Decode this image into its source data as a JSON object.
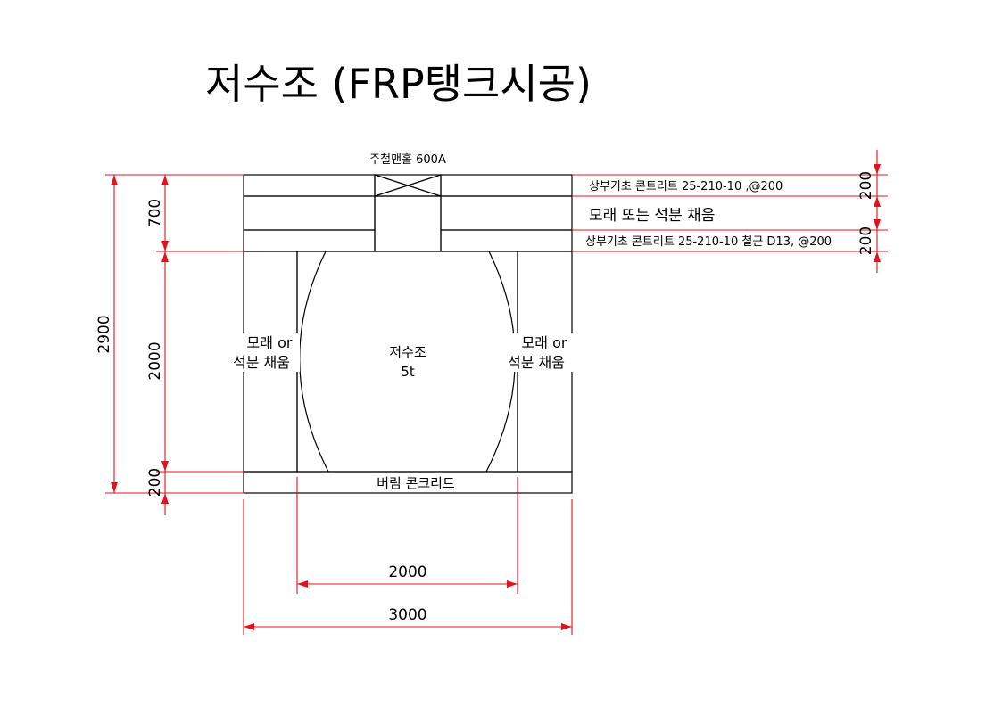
{
  "title": "저수조 (FRP탱크시공)",
  "labels": {
    "manhole": "주철맨홀 600A",
    "top_slab": "상부기초 콘트리트 25-210-10  ,@200",
    "fill_layer": "모래 또는 석분 채움",
    "rebar_slab": "상부기초 콘트리트 25-210-10  철근 D13, @200",
    "side_fill_left_1": "모래 or",
    "side_fill_left_2": "석분 채움",
    "side_fill_right_1": "모래 or",
    "side_fill_right_2": "석분 채움",
    "tank_1": "저수조",
    "tank_2": "5t",
    "base_slab": "버림 콘크리트"
  },
  "dimensions": {
    "left_total": "2900",
    "left_top": "700",
    "left_mid": "2000",
    "left_bottom": "200",
    "right_top": "200",
    "right_bottom": "200",
    "bottom_inner": "2000",
    "bottom_outer": "3000"
  },
  "colors": {
    "dimension_line": "#e8101a",
    "rebar_hatch": "#d41a1a",
    "outline": "#000000"
  }
}
